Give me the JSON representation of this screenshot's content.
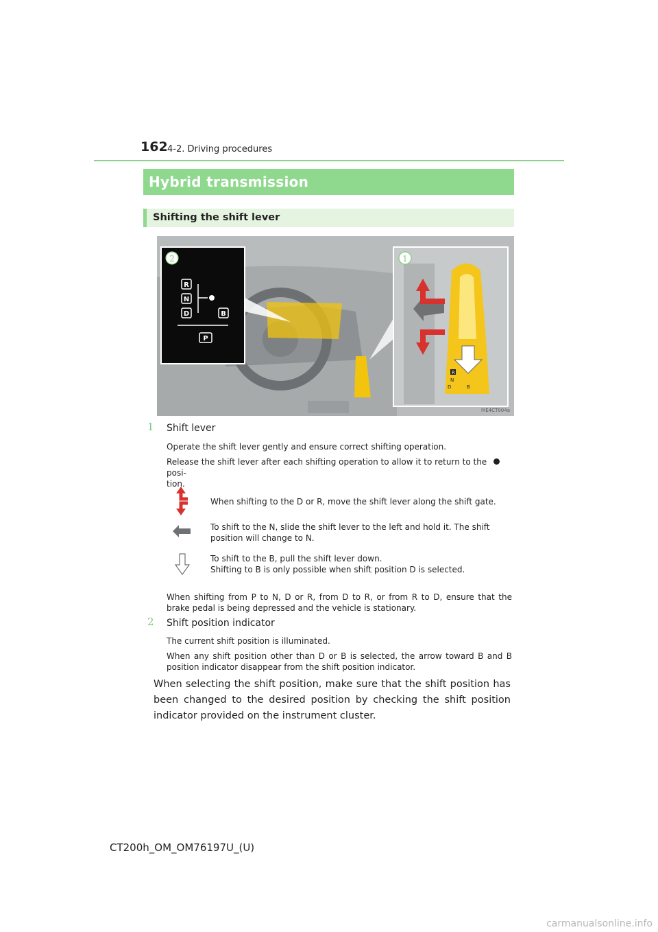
{
  "header": {
    "page_number": "162",
    "section": "4-2. Driving procedures"
  },
  "title": "Hybrid transmission",
  "subtitle": "Shifting the shift lever",
  "figure": {
    "code": "IYE4CT004a",
    "callouts": [
      "2",
      "1"
    ],
    "indicator_letters": [
      "R",
      "N",
      "D",
      "B",
      "P"
    ],
    "lever_letters": [
      "R",
      "N",
      "D",
      "B"
    ]
  },
  "items": [
    {
      "num": "1",
      "title": "Shift lever",
      "desc1": "Operate the shift lever gently and ensure correct shifting operation.",
      "desc2a": "Release the shift lever after each shifting operation to allow it to return to the",
      "desc2b": "posi-",
      "desc2c": "tion.",
      "legend": [
        {
          "icon": "up-down-arrow-icon",
          "text": "When shifting to the D or R, move the shift lever along the shift gate."
        },
        {
          "icon": "left-arrow-icon",
          "text": "To shift to the N, slide the shift lever to the left and hold it. The shift position will change to N."
        },
        {
          "icon": "down-arrow-icon",
          "text": "To shift to the B, pull the shift lever down.",
          "text2": "Shifting to B is only possible when shift position D is selected."
        }
      ],
      "note": "When shifting from P to N, D or R, from D to R, or from R to D, ensure that the brake pedal is being depressed and the vehicle is stationary."
    },
    {
      "num": "2",
      "title": "Shift position indicator",
      "desc1": "The current shift position is illuminated.",
      "desc2": "When any shift position other than D or B is selected, the arrow toward B and B position indicator disappear from the shift position indicator."
    }
  ],
  "body_text": "When selecting the shift position, make sure that the shift position has been changed to the desired position by checking the shift position indicator provided on the instrument cluster.",
  "footer": "CT200h_OM_OM76197U_(U)",
  "watermark": "carmanualsonline.info",
  "colors": {
    "accent_green": "#8fd98f",
    "light_green": "#e4f4e0",
    "arrow_red": "#d8322f",
    "lever_yellow": "#f4c51b"
  }
}
